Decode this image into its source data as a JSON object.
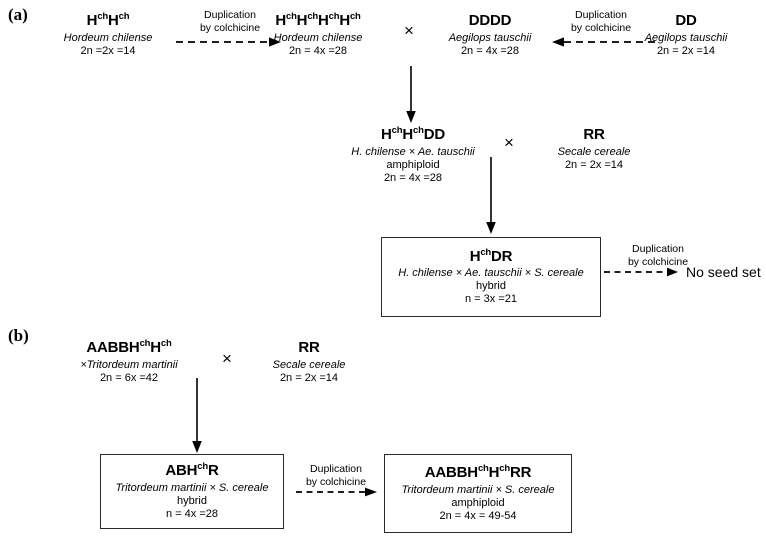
{
  "figure": {
    "panels": [
      {
        "label": "(a)",
        "nodes": [
          {
            "id": "h-chilense-2x",
            "genome_main": "H",
            "genome_html": "HchHch",
            "genome_parts": [
              {
                "base": "H",
                "sup": "ch"
              },
              {
                "base": "H",
                "sup": "ch"
              }
            ],
            "species": "Hordeum chilense",
            "kind": "",
            "ploidy": "2n =2x =14"
          },
          {
            "id": "h-chilense-4x",
            "genome_parts": [
              {
                "base": "H",
                "sup": "ch"
              },
              {
                "base": "H",
                "sup": "ch"
              },
              {
                "base": "H",
                "sup": "ch"
              },
              {
                "base": "H",
                "sup": "ch"
              }
            ],
            "species": "Hordeum chilense",
            "kind": "",
            "ploidy": "2n = 4x =28"
          },
          {
            "id": "ae-tauschii-4x",
            "genome_parts": [
              {
                "base": "DDDD",
                "sup": ""
              }
            ],
            "species": "Aegilops tauschii",
            "kind": "",
            "ploidy": "2n = 4x =28"
          },
          {
            "id": "ae-tauschii-2x",
            "genome_parts": [
              {
                "base": "DD",
                "sup": ""
              }
            ],
            "species": "Aegilops tauschii",
            "kind": "",
            "ploidy": "2n = 2x =14"
          },
          {
            "id": "amphiploid-hchhchdd",
            "genome_parts": [
              {
                "base": "H",
                "sup": "ch"
              },
              {
                "base": "H",
                "sup": "ch"
              },
              {
                "base": "DD",
                "sup": ""
              }
            ],
            "species": "H. chilense × Ae. tauschii",
            "kind": "amphiploid",
            "ploidy": "2n = 4x =28"
          },
          {
            "id": "secale-cereale-a",
            "genome_parts": [
              {
                "base": "RR",
                "sup": ""
              }
            ],
            "species": "Secale cereale",
            "kind": "",
            "ploidy": "2n = 2x =14"
          },
          {
            "id": "hybrid-hchdr",
            "genome_parts": [
              {
                "base": "H",
                "sup": "ch"
              },
              {
                "base": "DR",
                "sup": ""
              }
            ],
            "species": "H. chilense × Ae. tauschii × S. cereale",
            "kind": "hybrid",
            "ploidy": "n = 3x =21",
            "boxed": true
          }
        ],
        "crosses": [
          "×",
          "×"
        ],
        "arrow_captions": [
          "Duplication\nby colchicine",
          "Duplication\nby colchicine",
          "Duplication\nby colchicine"
        ],
        "arrow_caption_line1": "Duplication",
        "arrow_caption_line2": "by colchicine",
        "terminal_text": "No seed set"
      },
      {
        "label": "(b)",
        "nodes": [
          {
            "id": "tritordeum-martinii",
            "genome_parts": [
              {
                "base": "AABB",
                "sup": ""
              },
              {
                "base": "H",
                "sup": "ch"
              },
              {
                "base": "H",
                "sup": "ch"
              }
            ],
            "species": "×Tritordeum martinii",
            "kind": "",
            "ploidy": "2n = 6x =42"
          },
          {
            "id": "secale-cereale-b",
            "genome_parts": [
              {
                "base": "RR",
                "sup": ""
              }
            ],
            "species": "Secale cereale",
            "kind": "",
            "ploidy": "2n = 2x =14"
          },
          {
            "id": "hybrid-abhchr",
            "genome_parts": [
              {
                "base": "ABH",
                "sup": "ch"
              },
              {
                "base": "R",
                "sup": ""
              }
            ],
            "species": "Tritordeum martinii × S. cereale",
            "kind": "hybrid",
            "ploidy": "n = 4x =28",
            "boxed": true
          },
          {
            "id": "amphiploid-aabbhchhchrr",
            "genome_parts": [
              {
                "base": "AABB",
                "sup": ""
              },
              {
                "base": "H",
                "sup": "ch"
              },
              {
                "base": "H",
                "sup": "ch"
              },
              {
                "base": "RR",
                "sup": ""
              }
            ],
            "species": "Tritordeum martinii × S. cereale",
            "kind": "amphiploid",
            "ploidy": "2n = 4x = 49-54",
            "boxed": true
          }
        ],
        "crosses": [
          "×"
        ],
        "arrow_caption_line1": "Duplication",
        "arrow_caption_line2": "by colchicine"
      }
    ],
    "colors": {
      "line": "#2b2b2b",
      "text": "#000000",
      "background": "#ffffff"
    }
  }
}
